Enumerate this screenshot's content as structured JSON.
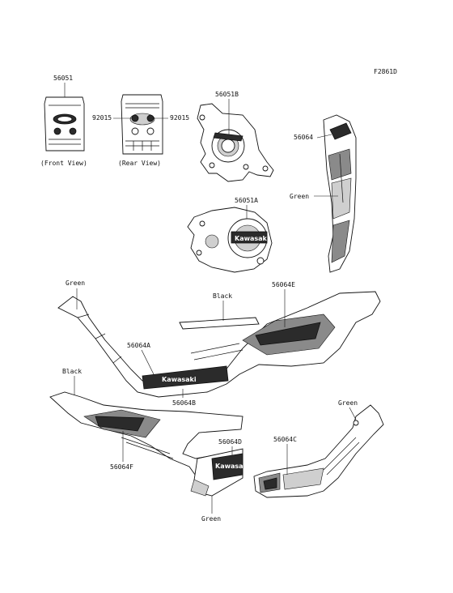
{
  "figure_code": "F2861D",
  "labels": {
    "p56051": "56051",
    "front_view": "(Front View)",
    "rear_view": "(Rear View)",
    "p92015_left": "92015",
    "p92015_right": "92015",
    "p56051B": "56051B",
    "p56051A": "56051A",
    "p56064": "56064",
    "green_fork": "Green",
    "green_frame": "Green",
    "black_upper": "Black",
    "p56064E": "56064E",
    "p56064A": "56064A",
    "p56064B": "56064B",
    "black_lower": "Black",
    "p56064F": "56064F",
    "p56064D": "56064D",
    "p56064C": "56064C",
    "green_right": "Green",
    "green_bottom": "Green"
  },
  "decal_text": {
    "brand": "Kawasaki"
  },
  "colors": {
    "ink": "#111111",
    "background": "#ffffff"
  }
}
